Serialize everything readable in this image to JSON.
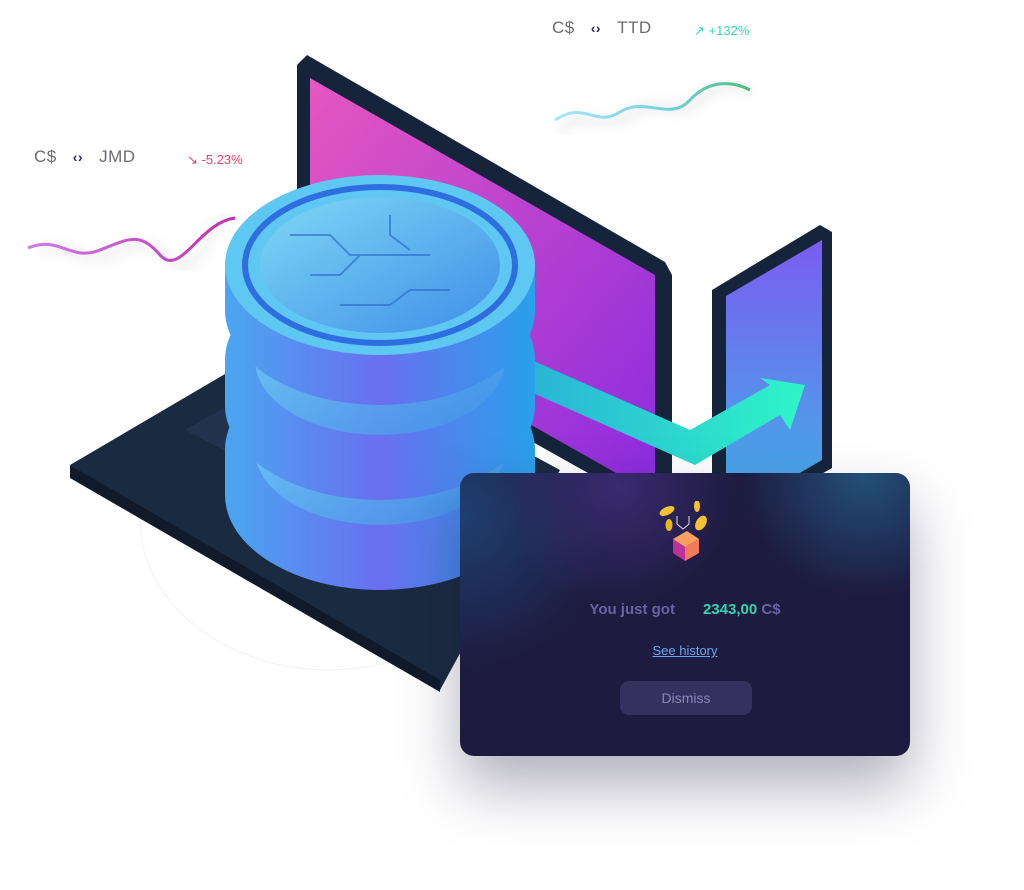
{
  "tickers": [
    {
      "from": "C$",
      "to": "JMD",
      "change": "-5.23%",
      "direction": "down",
      "color": "#e0446e"
    },
    {
      "from": "C$",
      "to": "TTD",
      "change": "+132%",
      "direction": "up",
      "color": "#38d6b4"
    }
  ],
  "swap_icon": "swap-arrows-icon",
  "card": {
    "prefix": "You just got",
    "amount": "2343,00",
    "currency": "C$",
    "link": "See history",
    "button": "Dismiss"
  }
}
